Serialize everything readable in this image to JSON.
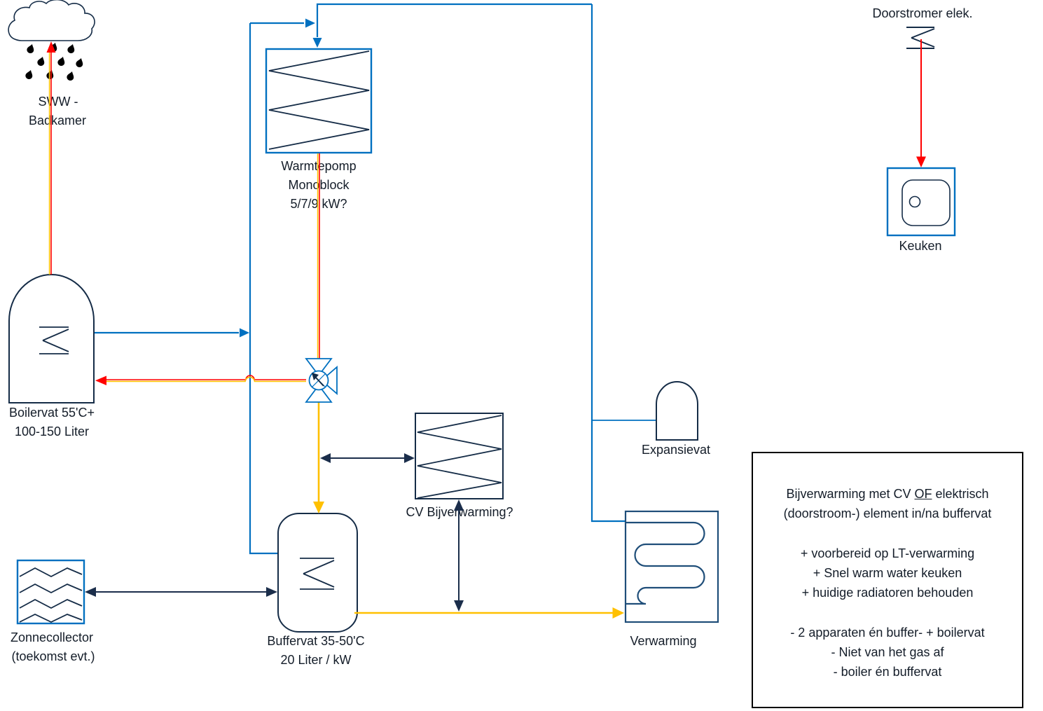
{
  "colors": {
    "pipe_blue": "#0070C0",
    "outline_ink": "#152C47",
    "navy2": "#1F4E79",
    "red": "#FF0000",
    "gold": "#FFC000",
    "arrow_navy": "#1B2E4B",
    "text": "#141D29"
  },
  "labels": {
    "shower_line1": "SWW -",
    "shower_line2": "Badkamer",
    "boiler_line1": "Boilervat 55'C+",
    "boiler_line2": "100-150 Liter",
    "heatpump_line1": "Warmtepomp",
    "heatpump_line2": "Monoblock",
    "heatpump_line3": "5/7/9 kW?",
    "cv_bijverwarming": "CV Bijverwarming?",
    "buffer_line1": "Buffervat 35-50'C",
    "buffer_line2": "20 Liter / kW",
    "zonnecollector_line1": "Zonnecollector",
    "zonnecollector_line2": "(toekomst evt.)",
    "expansievat": "Expansievat",
    "verwarming": "Verwarming",
    "doorstromer": "Doorstromer elek.",
    "keuken": "Keuken"
  },
  "note_box": {
    "line1_pre": "Bijverwarming met CV ",
    "line1_underline": "OF",
    "line1_post": " elektrisch",
    "line2": "(doorstroom-) element in/na buffervat",
    "plus_items": [
      "+ voorbereid op LT-verwarming",
      "+ Snel warm water keuken",
      "+ huidige radiatoren behouden"
    ],
    "minus_items": [
      "- 2 apparaten én buffer- + boilervat",
      "- Niet van het gas af",
      "- boiler én buffervat"
    ]
  }
}
